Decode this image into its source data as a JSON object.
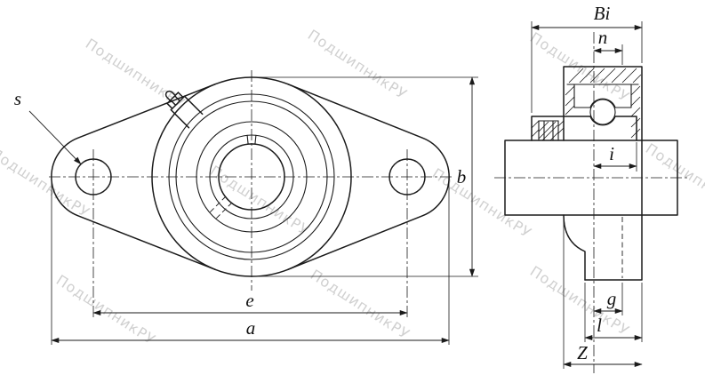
{
  "watermark": {
    "text": "ПодшипникРУ"
  },
  "colors": {
    "line": "#1b1b1b",
    "watermark": "#c5c5c5",
    "background": "#ffffff"
  },
  "front_view": {
    "labels": {
      "s": "s",
      "b": "b",
      "e": "e",
      "a": "a"
    }
  },
  "side_view": {
    "labels": {
      "Bi": "Bi",
      "n": "n",
      "i": "i",
      "g": "g",
      "l": "l",
      "Z": "Z"
    }
  }
}
